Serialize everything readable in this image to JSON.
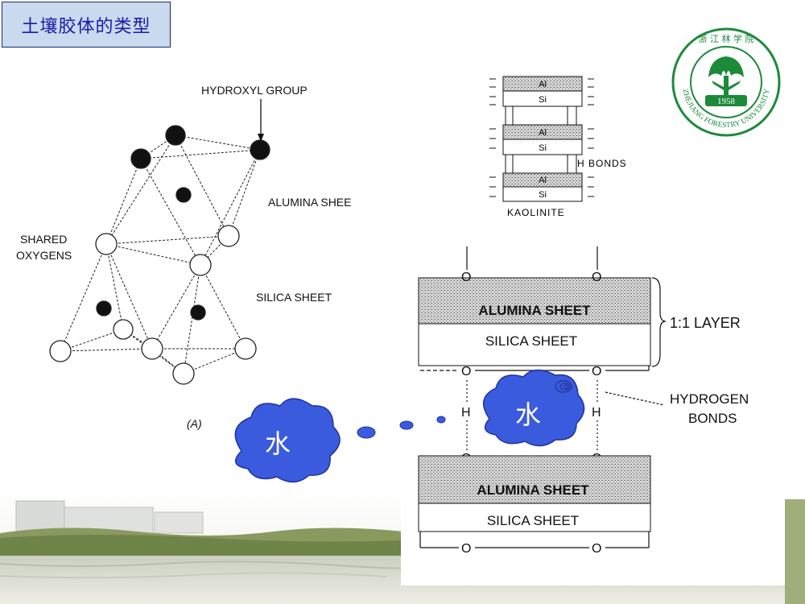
{
  "slide": {
    "title": "土壤胶体的类型"
  },
  "logo": {
    "top_text": "浙 江 林 学 院",
    "ring_text": "ZHEJIANG FORESTRY UNIVERSITY",
    "year": "1958"
  },
  "left_diagram": {
    "hydroxyl_label": "HYDROXYL GROUP",
    "alumina_label": "ALUMINA SHEE",
    "shared_label_1": "SHARED",
    "shared_label_2": "OXYGENS",
    "silica_label": "SILICA SHEET",
    "caption": "(A)"
  },
  "kaolinite": {
    "layer_top": "Al",
    "layer_bottom": "Si",
    "h_bonds_label": "H BONDS",
    "name": "KAOLINITE"
  },
  "layers": {
    "alumina_1": "ALUMINA SHEET",
    "silica_1": "SILICA SHEET",
    "layer_label": "1:1 LAYER",
    "o_symbol": "O",
    "h_symbol": "H",
    "hydrogen_1": "HYDROGEN",
    "hydrogen_2": "BONDS",
    "alumina_2": "ALUMINA SHEET",
    "silica_2": "SILICA SHEET"
  },
  "water": {
    "symbol": "水"
  }
}
